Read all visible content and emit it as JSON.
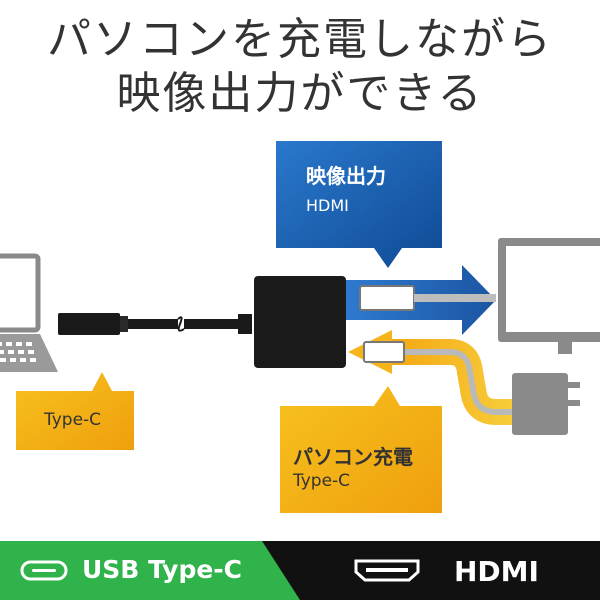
{
  "headline": {
    "line1": "パソコンを充電しながら",
    "line2": "映像出力ができる"
  },
  "callouts": {
    "hdmi_output": {
      "title": "映像出力",
      "subtitle": "HDMI"
    },
    "usb_c_input": {
      "label": "Type-C"
    },
    "pc_charging": {
      "title": "パソコン充電",
      "subtitle": "Type-C"
    }
  },
  "bottom_bar": {
    "usb": {
      "label": "USB Type-C",
      "icon": "usb-c-port-icon",
      "color": "#2fb34a"
    },
    "hdmi": {
      "label": "HDMI",
      "icon": "hdmi-port-icon",
      "color": "#111111"
    }
  },
  "colors": {
    "hdmi_arrow": "#1d5fae",
    "charge_arrow": "#f5b416",
    "callout_blue": "#1a5ca8",
    "callout_yellow": "#f3b114"
  }
}
